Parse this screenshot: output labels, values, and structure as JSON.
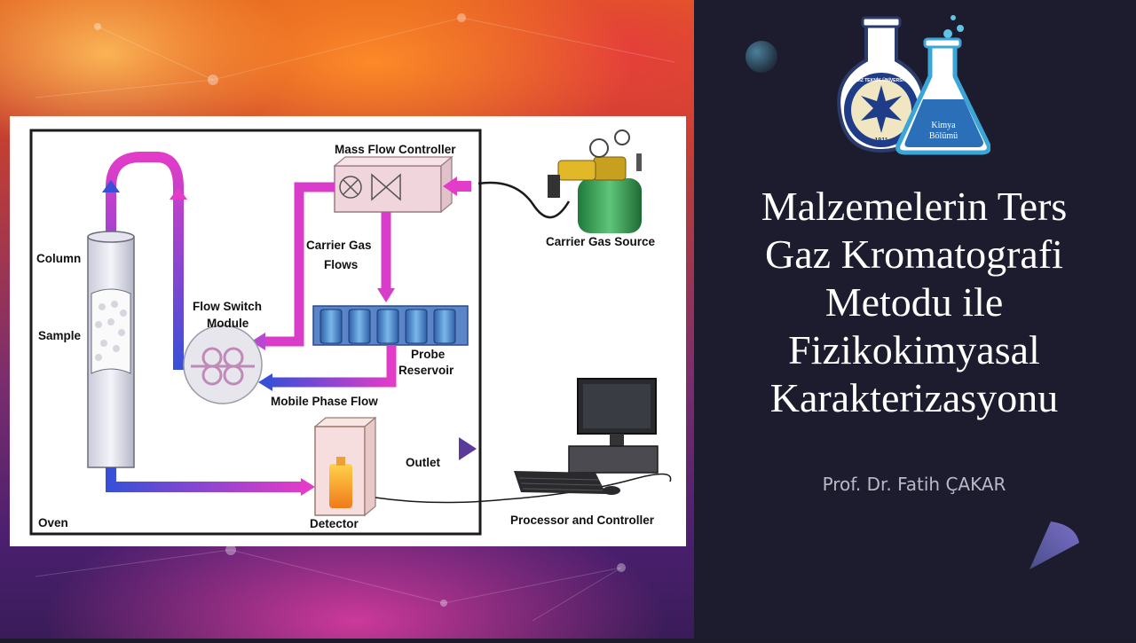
{
  "slide": {
    "title_lines": [
      "Malzemelerin Ters",
      "Gaz Kromatografi",
      "Metodu ile",
      "Fizikokimyasal",
      "Karakterizasyonu"
    ],
    "author": "Prof. Dr. Fatih ÇAKAR"
  },
  "logo": {
    "university_text": "YILDIZ TEKNİK ÜNİVERSİTESİ",
    "year": "1911",
    "department_line1": "Kimya",
    "department_line2": "Bölümü"
  },
  "diagram": {
    "labels": {
      "mass_flow_controller": "Mass Flow Controller",
      "carrier_gas_source": "Carrier Gas Source",
      "column": "Column",
      "sample": "Sample",
      "carrier_gas_flows_1": "Carrier Gas",
      "carrier_gas_flows_2": "Flows",
      "flow_switch_module_1": "Flow Switch",
      "flow_switch_module_2": "Module",
      "probe_reservoir_1": "Probe",
      "probe_reservoir_2": "Reservoir",
      "mobile_phase_flow": "Mobile Phase Flow",
      "outlet": "Outlet",
      "oven": "Oven",
      "detector": "Detector",
      "processor_and_controller": "Processor and Controller"
    }
  },
  "colors": {
    "panel_bg": "#1d1c2e",
    "title": "#ffffff",
    "author": "#b8b8c6",
    "flow_pink": "#e23cc8",
    "flow_blue": "#3a4fd8",
    "logo_blue": "#2a6fb8",
    "logo_cyan": "#3aa6d8"
  }
}
